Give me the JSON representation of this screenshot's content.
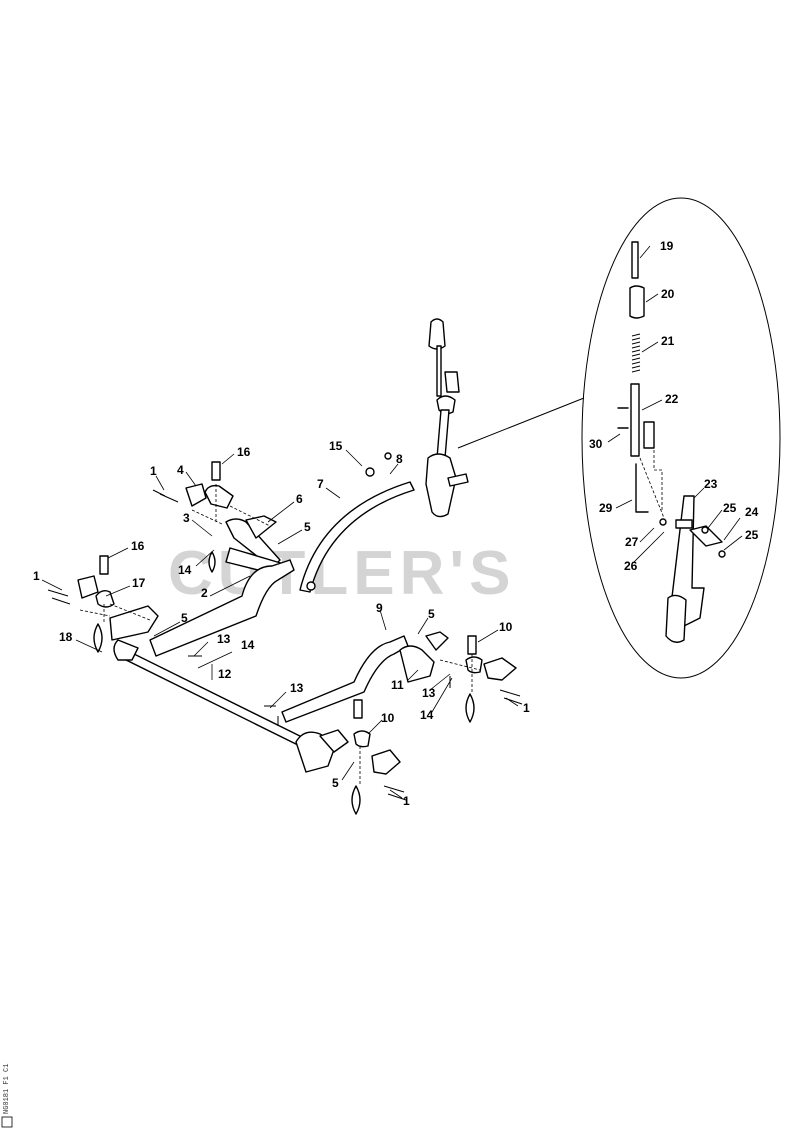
{
  "watermark": "CUTLER'S",
  "drawing_code": "NG0181 F1 C1",
  "callouts": [
    {
      "id": "c1a",
      "label": "1"
    },
    {
      "id": "c1b",
      "label": "1"
    },
    {
      "id": "c1c",
      "label": "1"
    },
    {
      "id": "c1d",
      "label": "1"
    },
    {
      "id": "c2",
      "label": "2"
    },
    {
      "id": "c3",
      "label": "3"
    },
    {
      "id": "c4",
      "label": "4"
    },
    {
      "id": "c5a",
      "label": "5"
    },
    {
      "id": "c5b",
      "label": "5"
    },
    {
      "id": "c5c",
      "label": "5"
    },
    {
      "id": "c5d",
      "label": "5"
    },
    {
      "id": "c6",
      "label": "6"
    },
    {
      "id": "c7",
      "label": "7"
    },
    {
      "id": "c8",
      "label": "8"
    },
    {
      "id": "c9",
      "label": "9"
    },
    {
      "id": "c10a",
      "label": "10"
    },
    {
      "id": "c10b",
      "label": "10"
    },
    {
      "id": "c11",
      "label": "11"
    },
    {
      "id": "c12",
      "label": "12"
    },
    {
      "id": "c13a",
      "label": "13"
    },
    {
      "id": "c13b",
      "label": "13"
    },
    {
      "id": "c13c",
      "label": "13"
    },
    {
      "id": "c14a",
      "label": "14"
    },
    {
      "id": "c14b",
      "label": "14"
    },
    {
      "id": "c14c",
      "label": "14"
    },
    {
      "id": "c15",
      "label": "15"
    },
    {
      "id": "c16a",
      "label": "16"
    },
    {
      "id": "c16b",
      "label": "16"
    },
    {
      "id": "c17",
      "label": "17"
    },
    {
      "id": "c18",
      "label": "18"
    },
    {
      "id": "c19",
      "label": "19"
    },
    {
      "id": "c20",
      "label": "20"
    },
    {
      "id": "c21",
      "label": "21"
    },
    {
      "id": "c22",
      "label": "22"
    },
    {
      "id": "c23",
      "label": "23"
    },
    {
      "id": "c24",
      "label": "24"
    },
    {
      "id": "c25a",
      "label": "25"
    },
    {
      "id": "c25b",
      "label": "25"
    },
    {
      "id": "c26",
      "label": "26"
    },
    {
      "id": "c27",
      "label": "27"
    },
    {
      "id": "c29",
      "label": "29"
    },
    {
      "id": "c30",
      "label": "30"
    }
  ]
}
